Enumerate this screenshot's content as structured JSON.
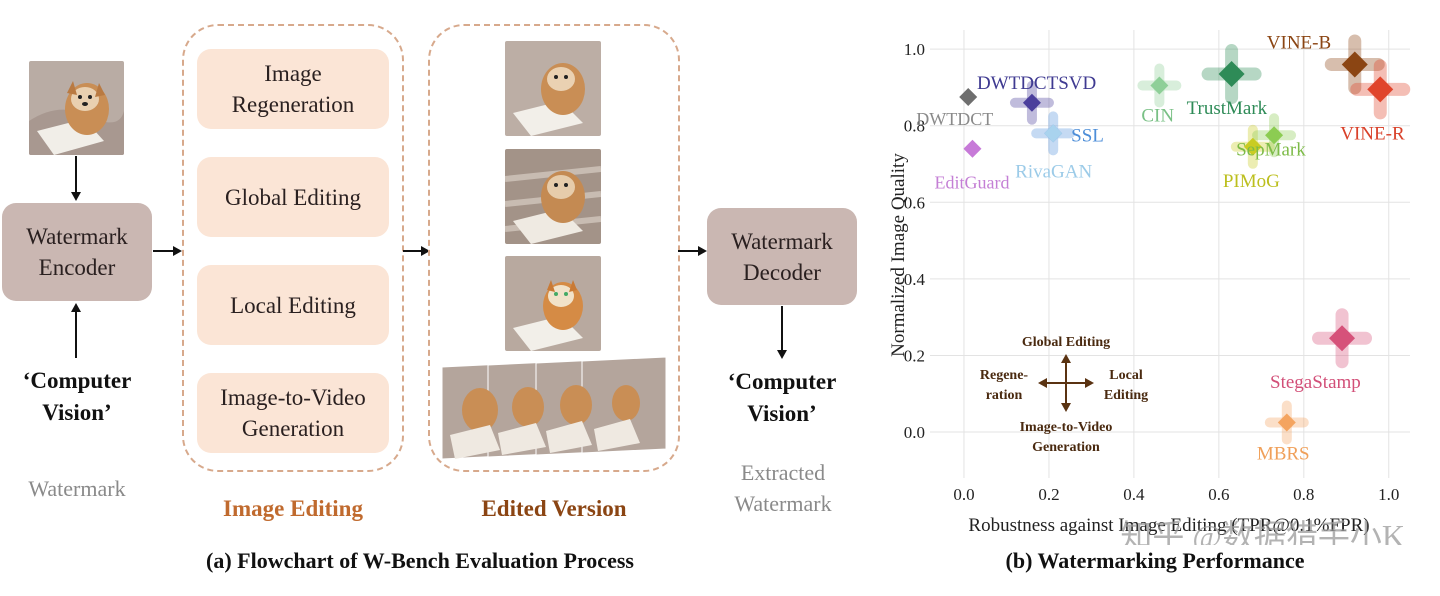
{
  "flowchart": {
    "encoder": "Watermark\nEncoder",
    "decoder": "Watermark\nDecoder",
    "input_text": "‘Computer\nVision’",
    "output_text": "‘Computer\nVision’",
    "input_label": "Watermark",
    "output_label": "Extracted\nWatermark",
    "edits": [
      "Image\nRegeneration",
      "Global Editing",
      "Local Editing",
      "Image-to-Video\nGeneration"
    ],
    "image_editing_label": "Image Editing",
    "edited_version_label": "Edited Version",
    "caption": "(a) Flowchart of W-Bench Evaluation Process",
    "colors": {
      "encoder_fill": "#cab7b2",
      "edit_fill": "#fbe5d6",
      "dashed": "#d7a98c",
      "label_orange": "#c06a2e",
      "label_brown": "#8b4513"
    }
  },
  "legend": {
    "up": "Global Editing",
    "left": "Regene-\nration",
    "right": "Local\nEditing",
    "down": "Image-to-Video\nGeneration"
  },
  "caption_b": "(b) Watermarking Performance",
  "watermark_overlay": "知乎 @数据猎手小K",
  "chart_data": {
    "type": "scatter",
    "xlabel": "Robustness against Image Editing (TPR@0.1%FPR)",
    "ylabel": "Normalized Image Quality",
    "xlim": [
      -0.08,
      1.05
    ],
    "ylim": [
      -0.12,
      1.05
    ],
    "xticks": [
      "0.0",
      "0.2",
      "0.4",
      "0.6",
      "0.8",
      "1.0"
    ],
    "yticks": [
      "0.0",
      "0.2",
      "0.4",
      "0.6",
      "0.8",
      "1.0"
    ],
    "grid": true,
    "points": [
      {
        "name": "DWTDCT",
        "x": 0.01,
        "y": 0.875,
        "color": "#6e6e6e",
        "label_color": "#8a8a8a"
      },
      {
        "name": "DWTDCTSVD",
        "x": 0.16,
        "y": 0.86,
        "color": "#4b3f9c",
        "label_color": "#3f3a91"
      },
      {
        "name": "SSL",
        "x": 0.21,
        "y": 0.78,
        "color": "#5a94dd",
        "label_color": "#4d8ed8"
      },
      {
        "name": "RivaGAN",
        "x": 0.21,
        "y": 0.78,
        "color": "#a9d3ee",
        "label_color": "#9ccbe8"
      },
      {
        "name": "EditGuard",
        "x": 0.02,
        "y": 0.74,
        "color": "#c77ad8",
        "label_color": "#c47fd5"
      },
      {
        "name": "CIN",
        "x": 0.46,
        "y": 0.905,
        "color": "#8ecf98",
        "label_color": "#79c085"
      },
      {
        "name": "TrustMark",
        "x": 0.63,
        "y": 0.935,
        "color": "#2e8b57",
        "label_color": "#2e8b57"
      },
      {
        "name": "PIMoG",
        "x": 0.68,
        "y": 0.745,
        "color": "#c9cc23",
        "label_color": "#bcbf1e"
      },
      {
        "name": "SepMark",
        "x": 0.73,
        "y": 0.775,
        "color": "#8ccc52",
        "label_color": "#7dbb47"
      },
      {
        "name": "VINE-B",
        "x": 0.92,
        "y": 0.96,
        "color": "#8b4513",
        "label_color": "#8b4513"
      },
      {
        "name": "VINE-R",
        "x": 0.98,
        "y": 0.895,
        "color": "#e0452c",
        "label_color": "#d9412a"
      },
      {
        "name": "StegaStamp",
        "x": 0.89,
        "y": 0.245,
        "color": "#d6527a",
        "label_color": "#d24f78"
      },
      {
        "name": "MBRS",
        "x": 0.76,
        "y": 0.025,
        "color": "#f4a460",
        "label_color": "#f0a05a"
      }
    ]
  }
}
